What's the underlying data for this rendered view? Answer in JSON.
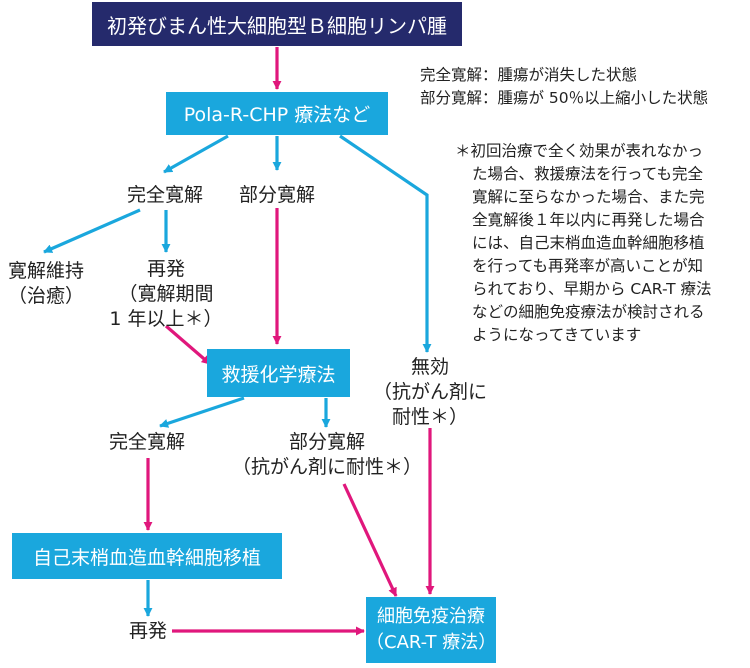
{
  "colors": {
    "cyan": "#1aa7dd",
    "magenta": "#e0177c",
    "navy": "#252a6c",
    "text": "#222222"
  },
  "nodes": {
    "top": "初発びまん性大細胞型Ｂ細胞リンパ腫",
    "pola": "Pola-R-CHP 療法など",
    "cr1": "完全寛解",
    "pr1": "部分寛解",
    "maintain": [
      "寛解維持",
      "（治癒）"
    ],
    "relapse1": [
      "再発",
      "（寛解期間",
      "1 年以上＊）"
    ],
    "salvage": "救援化学療法",
    "noeffect": [
      "無効",
      "（抗がん剤に",
      "耐性＊）"
    ],
    "cr2": "完全寛解",
    "pr2": [
      "部分寛解",
      "（抗がん剤に耐性＊）"
    ],
    "auto": "自己末梢血造血幹細胞移植",
    "relapse2": "再発",
    "cart": [
      "細胞免疫治療",
      "（CAR-T 療法）"
    ]
  },
  "legend": [
    "完全寛解：腫瘍が消失した状態",
    "部分寛解：腫瘍が 50％以上縮小した状態"
  ],
  "footnote": [
    "＊初回治療で全く効果が表れなかっ",
    "た場合、救援療法を行っても完全",
    "寛解に至らなかった場合、また完",
    "全寛解後１年以内に再発した場合",
    "には、自己末梢血造血幹細胞移植",
    "を行っても再発率が高いことが知",
    "られており、早期から CAR-T 療法",
    "などの細胞免疫療法が検討される",
    "ようになってきています"
  ]
}
